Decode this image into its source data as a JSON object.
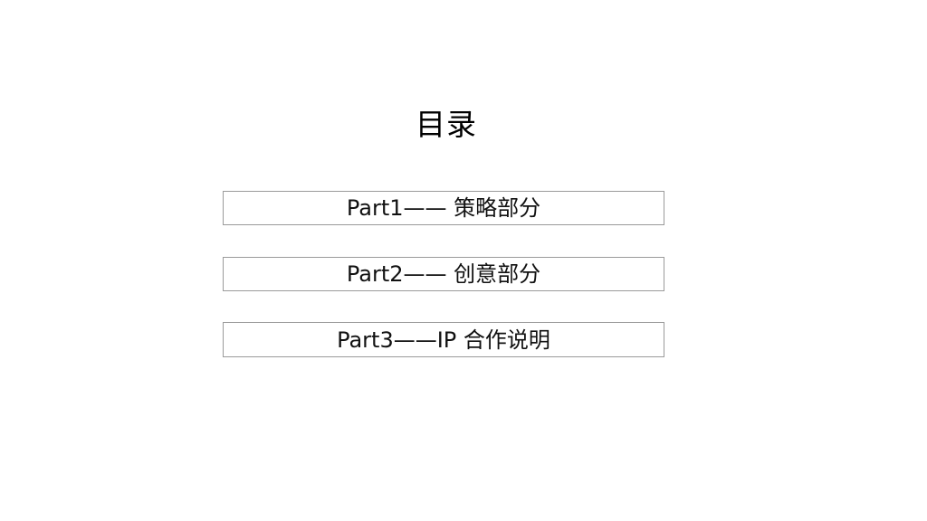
{
  "slide": {
    "title": "目录",
    "toc_items": [
      {
        "label": "Part1—— 策略部分"
      },
      {
        "label": "Part2—— 创意部分"
      },
      {
        "label": "Part3——IP 合作说明"
      }
    ]
  },
  "colors": {
    "background": "#ffffff",
    "text": "#111111",
    "box_border": "#9a9a9a"
  }
}
